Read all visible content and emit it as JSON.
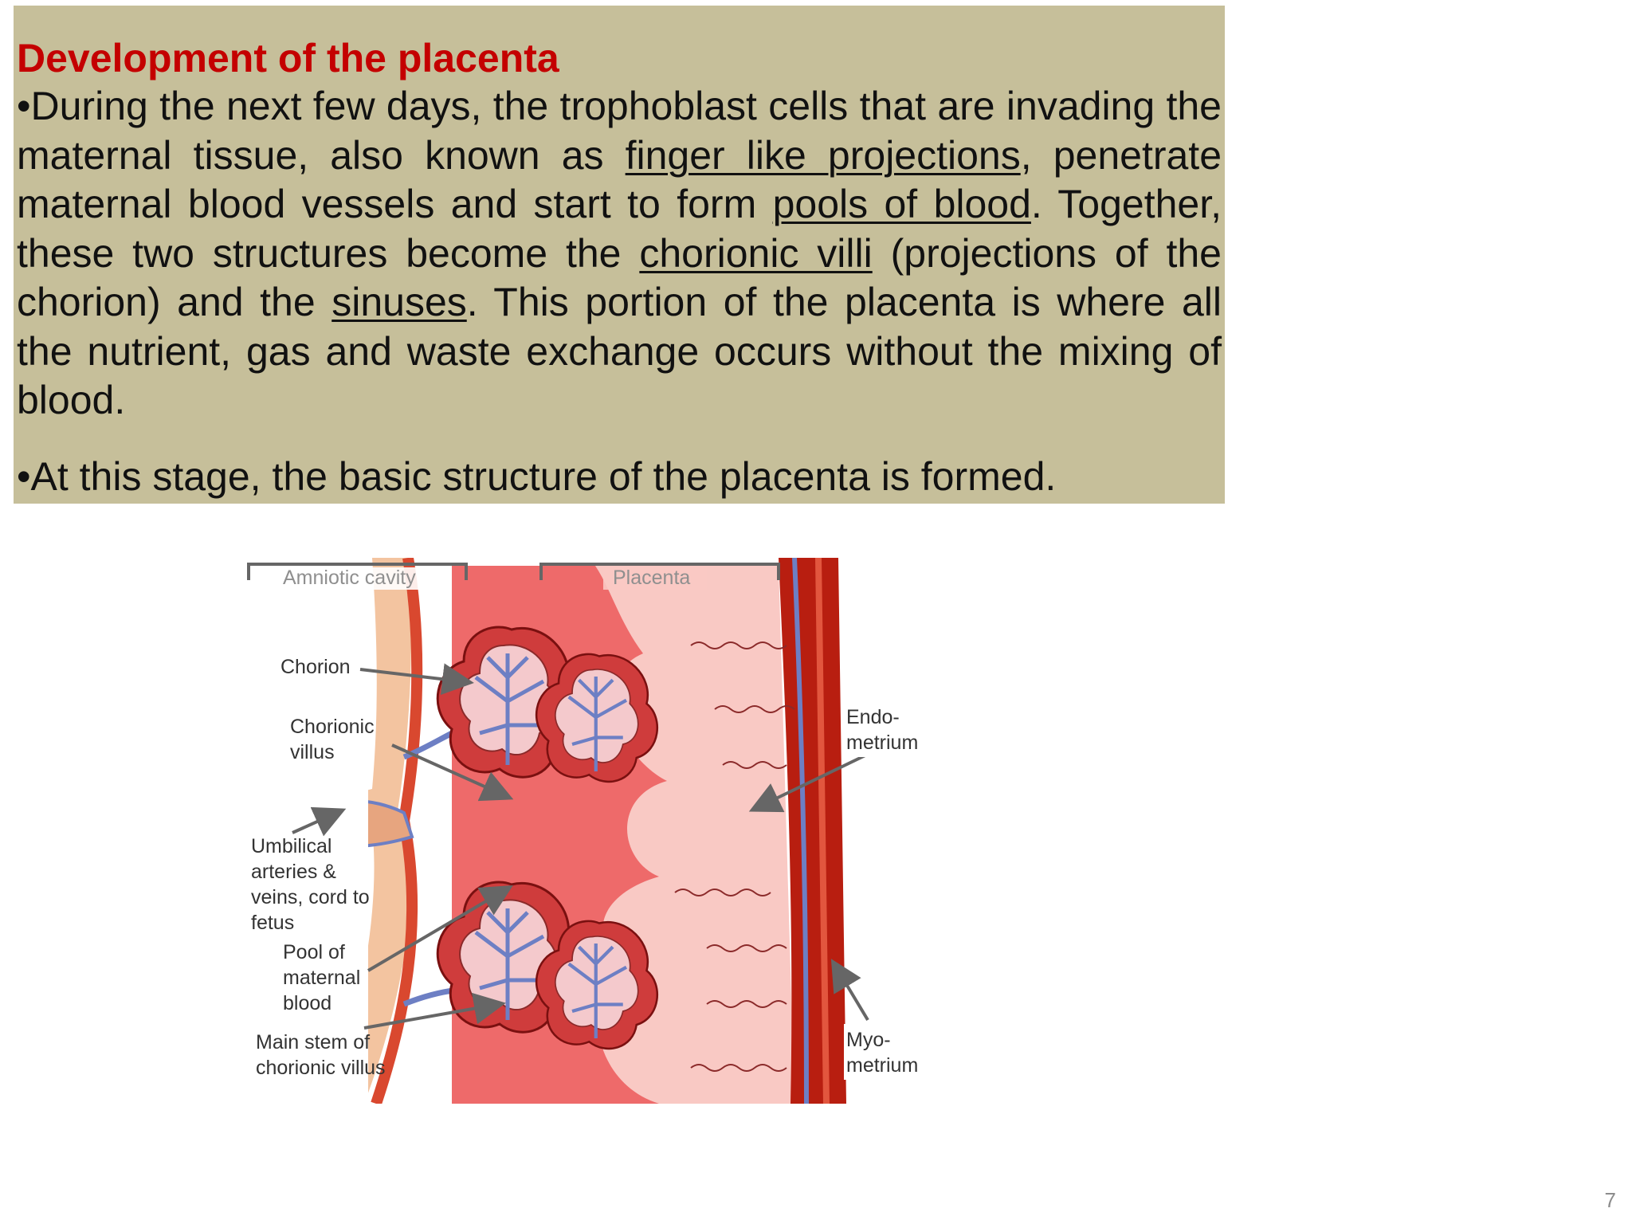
{
  "slide": {
    "title": "Development of the placenta",
    "page_number": "7",
    "paragraph1": {
      "bullet": "•",
      "t1": "During the next few days, the trophoblast cells that are invading the maternal  tissue, also known as ",
      "u1": "finger like projections",
      "t2": ", penetrate maternal blood vessels  and start to form ",
      "u2": "pools of blood",
      "t3": ". Together, these two structures become the  ",
      "u3": "chorionic villi",
      "t4": " (projections of the chorion) and the ",
      "u4": "sinuses",
      "t5": ". This portion of the placenta is where all the nutrient, gas and waste exchange occurs without the  mixing of blood."
    },
    "paragraph2": {
      "bullet": "•",
      "text": "At this stage, the basic structure of the placenta is formed."
    }
  },
  "diagram": {
    "labels": {
      "amniotic_cavity": "Amniotic cavity",
      "placenta": "Placenta",
      "chorion": "Chorion",
      "chorionic_villus_1": "Chorionic",
      "chorionic_villus_2": "villus",
      "endometrium_1": "Endo-",
      "endometrium_2": "metrium",
      "umbilical_1": "Umbilical",
      "umbilical_2": "arteries &",
      "umbilical_3": "veins, cord to",
      "umbilical_4": "fetus",
      "pool_1": "Pool of",
      "pool_2": "maternal",
      "pool_3": "blood",
      "main_stem_1": "Main stem of",
      "main_stem_2": "chorionic villus",
      "myometrium_1": "Myo-",
      "myometrium_2": "metrium"
    },
    "colors": {
      "blood_pool": "#ee6a6a",
      "endometrium_light": "#f9c9c4",
      "chorion_wall": "#f3c4a0",
      "myometrium_dark": "#b81e10",
      "vessel_blue": "#6d7fc4"
    }
  }
}
